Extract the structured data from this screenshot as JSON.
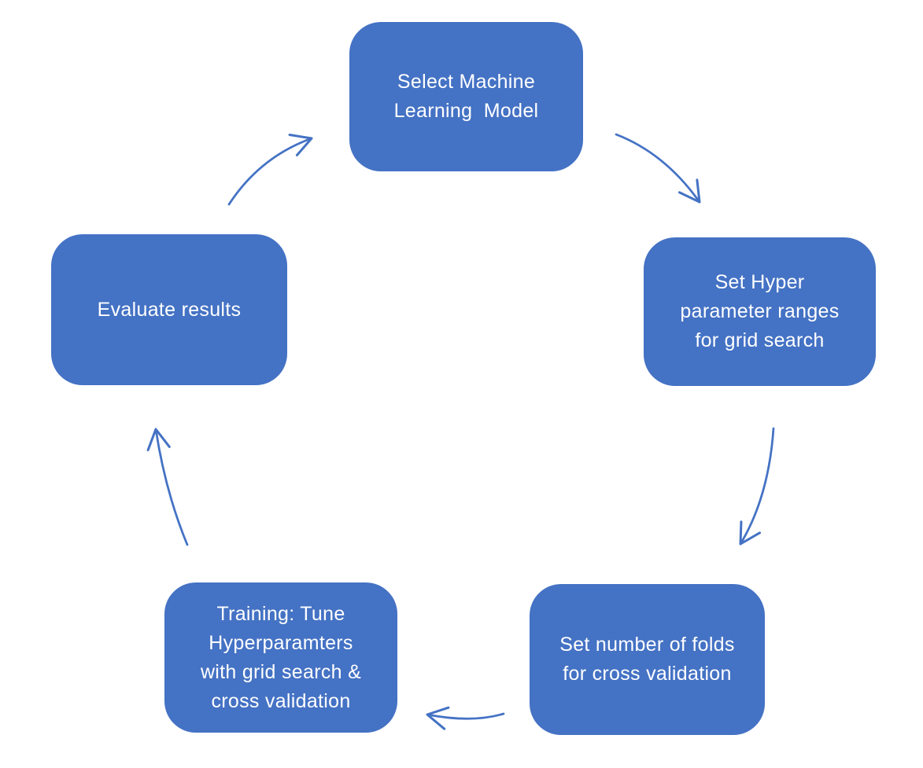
{
  "colors": {
    "background": "#ffffff",
    "node_fill": "#4472C4",
    "node_text": "#ffffff",
    "arrow": "#4472C4"
  },
  "nodes": [
    {
      "id": "select-model",
      "label": "Select Machine\nLearning  Model"
    },
    {
      "id": "set-hyperparam-ranges",
      "label": "Set Hyper\nparameter ranges\nfor grid search"
    },
    {
      "id": "set-folds",
      "label": "Set number of folds\nfor cross validation"
    },
    {
      "id": "training-tune",
      "label": "Training: Tune\nHyperparamters\nwith grid search &\ncross validation"
    },
    {
      "id": "evaluate-results",
      "label": "Evaluate results"
    }
  ],
  "arrows": [
    {
      "from": "select-model",
      "to": "set-hyperparam-ranges"
    },
    {
      "from": "set-hyperparam-ranges",
      "to": "set-folds"
    },
    {
      "from": "set-folds",
      "to": "training-tune"
    },
    {
      "from": "training-tune",
      "to": "evaluate-results"
    },
    {
      "from": "evaluate-results",
      "to": "select-model"
    }
  ]
}
